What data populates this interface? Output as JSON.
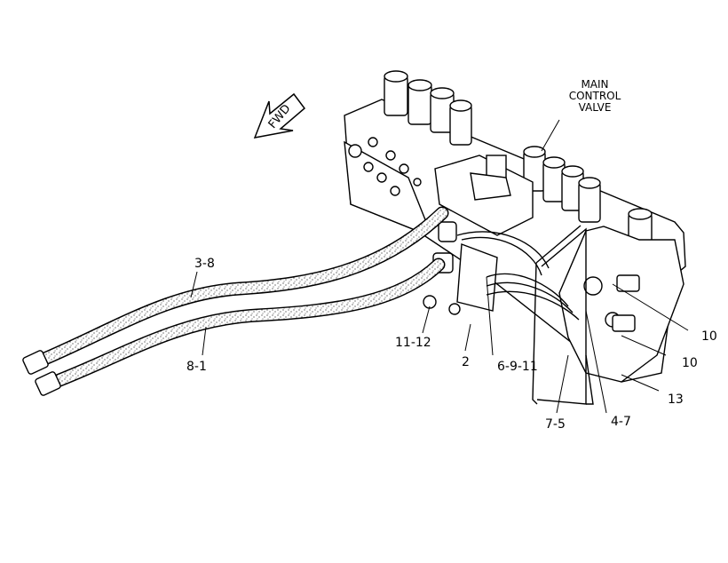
{
  "diagram": {
    "direction_arrow": {
      "label": "FWD"
    },
    "main_label": {
      "line1": "MAIN",
      "line2": "CONTROL",
      "line3": "VALVE"
    },
    "callouts": {
      "c_3_8": "3-8",
      "c_8_1": "8-1",
      "c_11_12": "11-12",
      "c_2": "2",
      "c_6_9_11": "6-9-11",
      "c_7_5": "7-5",
      "c_4_7": "4-7",
      "c_10a": "10",
      "c_10b": "10",
      "c_13": "13"
    }
  }
}
